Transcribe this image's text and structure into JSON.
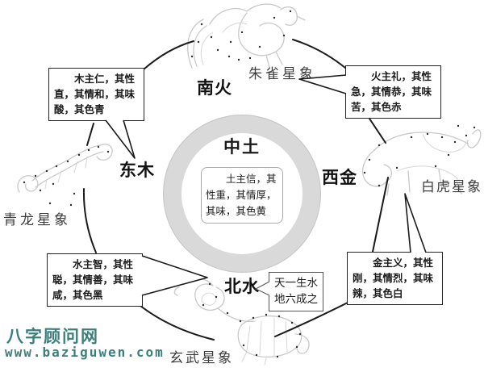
{
  "diagram": {
    "center": {
      "title": "中土",
      "body": "土主信，其性重，其情厚，其味，其色黄"
    },
    "directions": {
      "south": "南火",
      "east": "东木",
      "west": "西金",
      "north": "北水"
    },
    "callouts": {
      "wood": "木主仁，其性直，其情和，其味酸，其色青",
      "fire": "火主礼，其性急，其情恭，其味苦，其色赤",
      "water": "水主智，其性聪，其情善，其味咸，其色黑",
      "metal": "金主义，其性刚，其情烈，其味辣，其色白",
      "water_note": "天一生水 地六成之"
    },
    "constellations": {
      "vermilion_bird": "朱雀星象",
      "azure_dragon": "青龙星象",
      "white_tiger": "白虎星象",
      "black_tortoise": "玄武星象"
    },
    "colors": {
      "ring_fill": "#d9d9d9",
      "line": "#1a1a1a",
      "sketch": "#c9c9c9",
      "watermark": "#3b7f7c"
    }
  },
  "watermark": {
    "site_name": "八字顾问网",
    "site_url": "www.baziguwen.com"
  }
}
